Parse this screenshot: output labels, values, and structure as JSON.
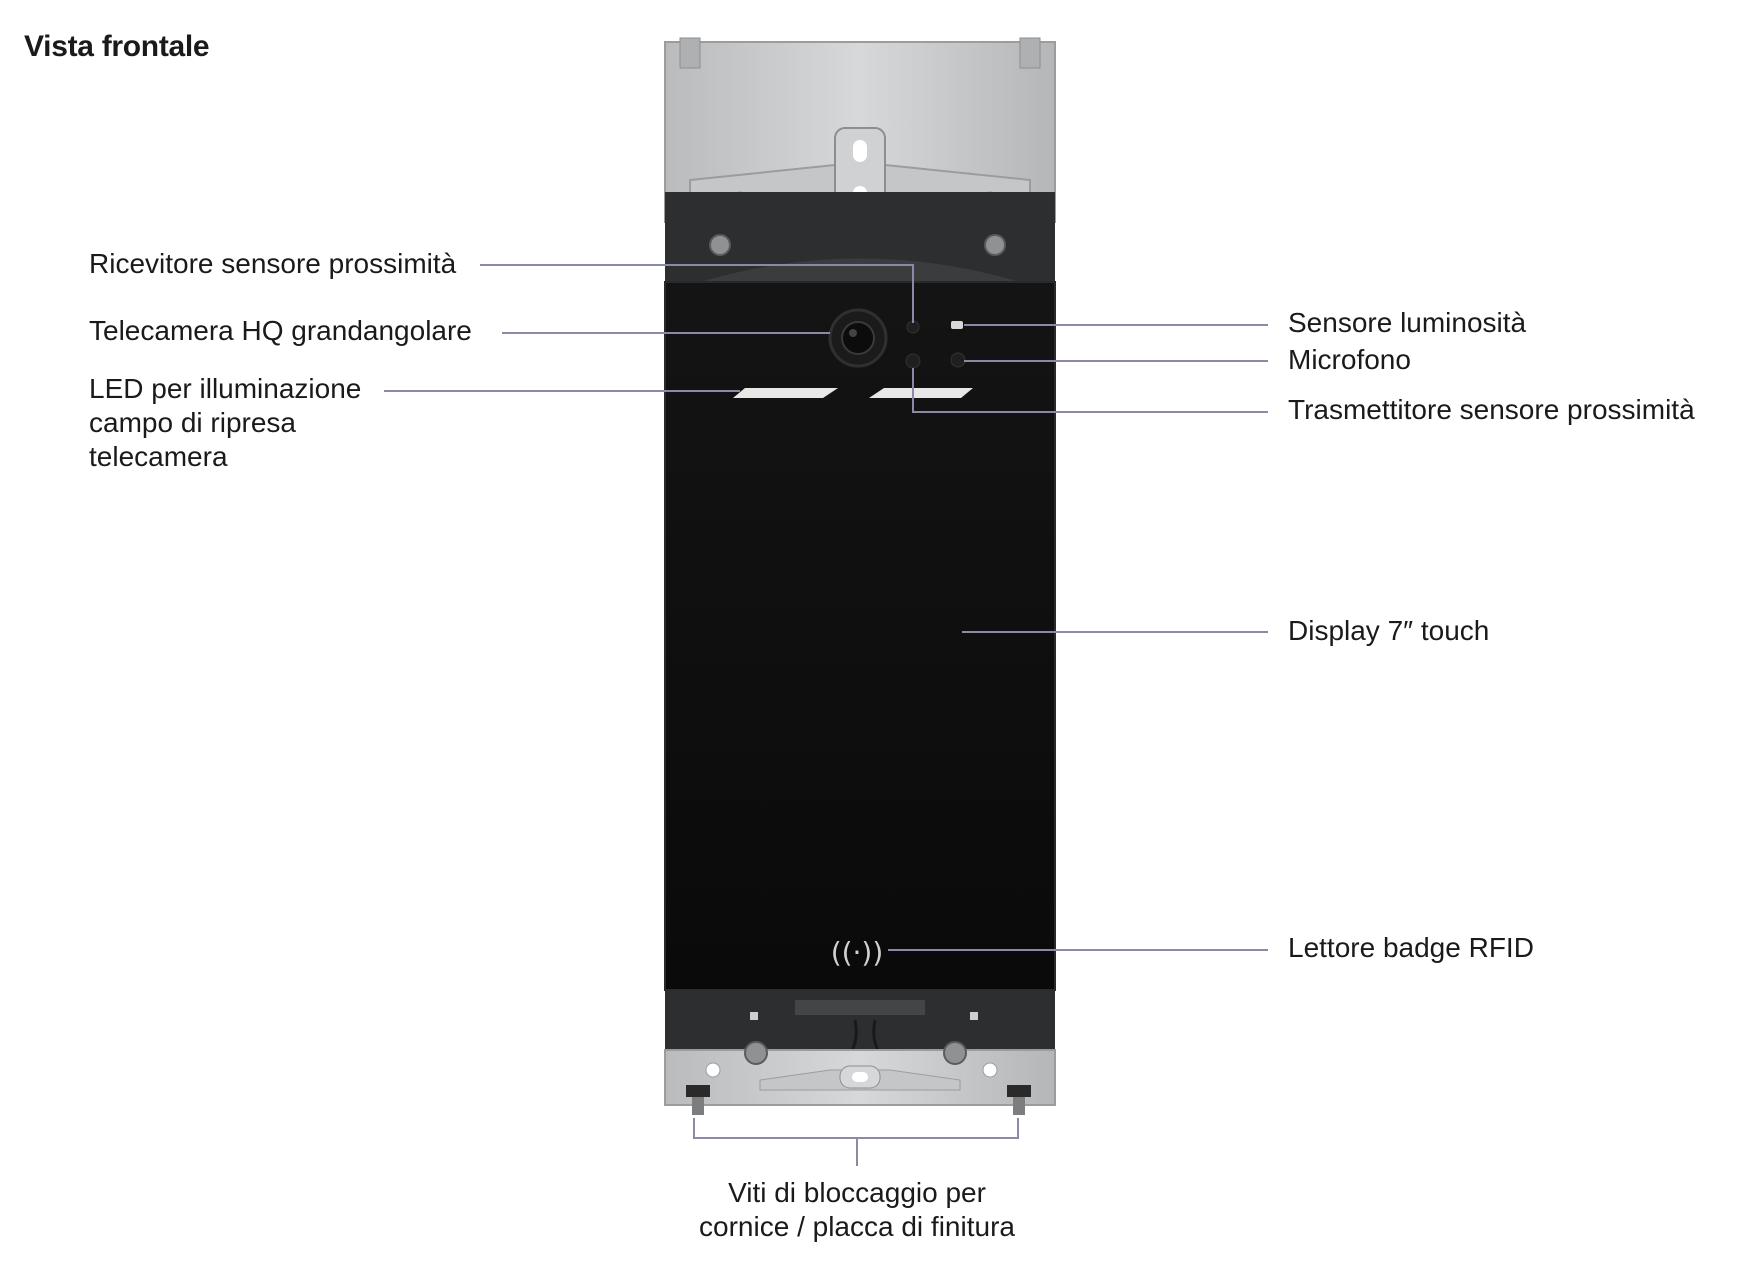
{
  "title": "Vista frontale",
  "labels": {
    "ricevitore": "Ricevitore sensore prossimità",
    "telecamera": "Telecamera HQ grandangolare",
    "led_line1": "LED per illuminazione",
    "led_line2": "campo di ripresa",
    "led_line3": "telecamera",
    "sensore_luminosita": "Sensore luminosità",
    "microfono": "Microfono",
    "trasmettitore": "Trasmettitore sensore prossimità",
    "display": "Display 7″ touch",
    "rfid": "Lettore badge RFID",
    "viti_line1": "Viti di bloccaggio per",
    "viti_line2": "cornice / placca di finitura"
  },
  "icons": {
    "rfid_symbol": "((·))"
  },
  "colors": {
    "leader_line": "#8a8aa8",
    "panel": "#0d0d0d",
    "frame": "#c9cbcd"
  }
}
